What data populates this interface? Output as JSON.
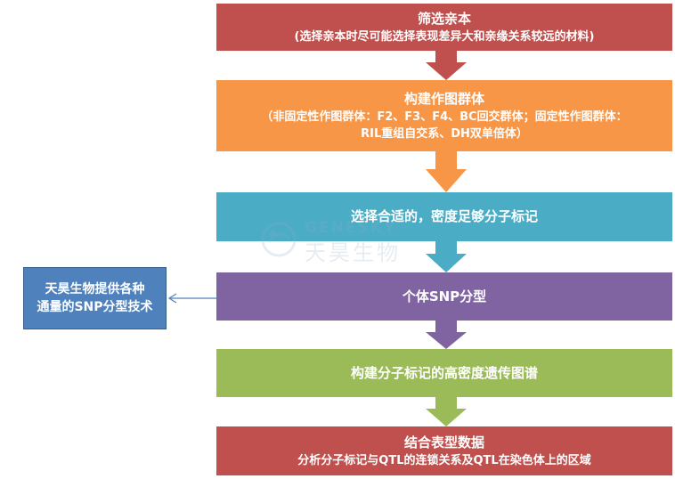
{
  "steps": [
    {
      "title": "筛选亲本",
      "subtitle": "(选择亲本时尽可能选择表现差异大和亲缘关系较远的材料)",
      "color": "#c0504d"
    },
    {
      "title": "构建作图群体",
      "subtitle": "（非固定性作图群体：F2、F3、F4、BC回交群体；固定性作图群体：",
      "subtitle2": "RIL重组自交系、DH双单倍体）",
      "color": "#f79646"
    },
    {
      "title": "选择合适的，密度足够分子标记",
      "color": "#4bacc6"
    },
    {
      "title": "个体SNP分型",
      "color": "#8064a2"
    },
    {
      "title": "构建分子标记的高密度遗传图谱",
      "color": "#9bbb59"
    },
    {
      "title": "结合表型数据",
      "subtitle": "分析分子标记与QTL的连锁关系及QTL在染色体上的区域",
      "color": "#c0504d"
    }
  ],
  "side_note": {
    "line1": "天昊生物提供各种",
    "line2": "通量的SNP分型技术",
    "color": "#4f81bd"
  },
  "watermark": {
    "en": "GENESKY",
    "cn": "天昊生物"
  }
}
